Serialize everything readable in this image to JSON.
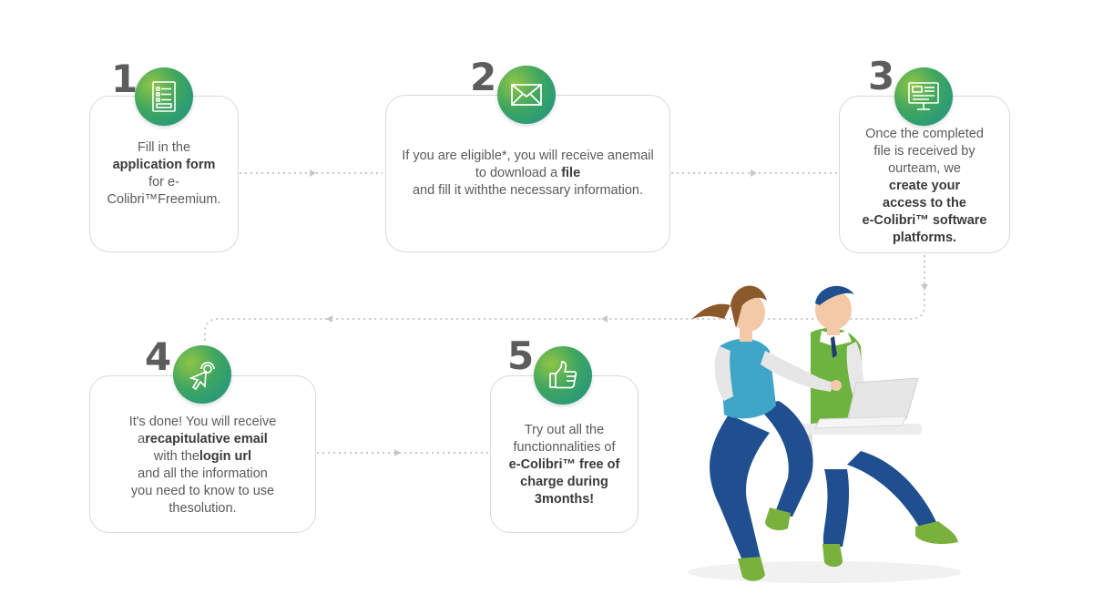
{
  "steps": [
    {
      "number": "1",
      "icon": "form-icon",
      "parts": [
        [
          "Fill in the",
          false
        ],
        [
          "application form",
          true
        ],
        [
          "for e-Colibri™",
          false
        ],
        [
          "Freemium.",
          false
        ]
      ]
    },
    {
      "number": "2",
      "icon": "envelope-icon",
      "parts": [
        [
          "If you are eligible*, you will receive an",
          false
        ],
        [
          "email to download a ",
          false
        ],
        [
          "file",
          true
        ],
        [
          " and fill it with",
          false
        ],
        [
          "the necessary information.",
          false
        ]
      ]
    },
    {
      "number": "3",
      "icon": "monitor-icon",
      "parts": [
        [
          "Once the completed",
          false
        ],
        [
          "file is received by our",
          false
        ],
        [
          "team, we ",
          false
        ],
        [
          "create your",
          true
        ],
        [
          "access to the",
          true
        ],
        [
          "e-Colibri™ software",
          true
        ],
        [
          "platforms.",
          true
        ]
      ]
    },
    {
      "number": "4",
      "icon": "cursor-click-icon",
      "parts": [
        [
          "It's done! You will receive a",
          false
        ],
        [
          "recapitulative email",
          true
        ],
        [
          " with the",
          false
        ],
        [
          "login url",
          true
        ],
        [
          " and all the information",
          false
        ],
        [
          "you need to know to use the",
          false
        ],
        [
          "solution.",
          false
        ]
      ]
    },
    {
      "number": "5",
      "icon": "thumbs-up-icon",
      "parts": [
        [
          "Try out all the",
          false
        ],
        [
          "functionnalities of",
          false
        ],
        [
          "e-Colibri™ free of",
          true
        ],
        [
          "charge during 3",
          true
        ],
        [
          "months!",
          true
        ]
      ]
    }
  ],
  "line_breaks": [
    [
      0,
      1,
      2
    ],
    [
      0,
      3
    ],
    [
      0,
      1,
      3,
      4,
      5,
      6
    ],
    [
      0,
      2,
      4,
      5
    ],
    [
      0,
      1,
      2,
      3
    ]
  ],
  "colors": {
    "badge_green": "#8fc446",
    "badge_teal": "#19918a",
    "connector": "#c8c8c8",
    "card_border": "#d9d9d9"
  }
}
